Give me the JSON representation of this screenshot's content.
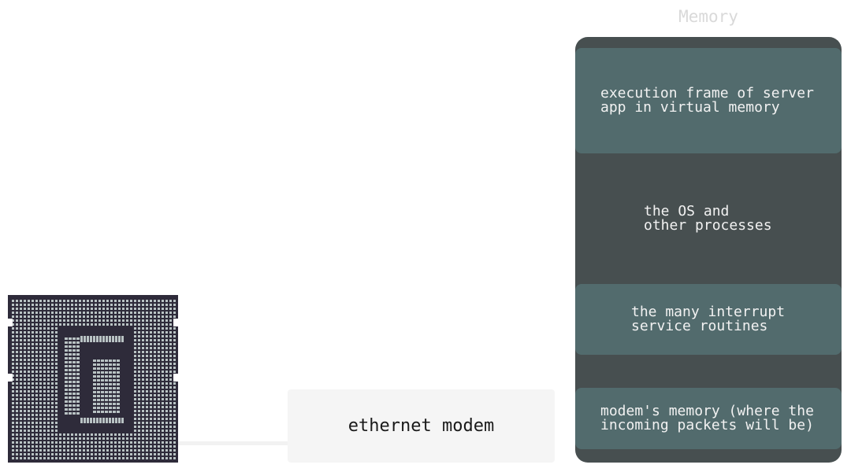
{
  "memory": {
    "title": "Memory",
    "blocks": {
      "app": "execution frame of server\napp in virtual memory",
      "os": "the OS and\nother processes",
      "isr": "the many interrupt\nservice routines",
      "modem": "modem's memory (where the\nincoming packets will be)"
    }
  },
  "modem": {
    "label": "ethernet modem"
  },
  "cpu": {
    "icon": "cpu-chip-icon"
  },
  "colors": {
    "memory_panel": "#474f50",
    "memory_block": "#526b6d",
    "memory_title": "#d9d9d9",
    "cpu_body": "#2e2b3a",
    "cpu_pins": "#b9c3c4",
    "modem_box": "#f5f5f5",
    "wire": "#f2f2f2"
  }
}
